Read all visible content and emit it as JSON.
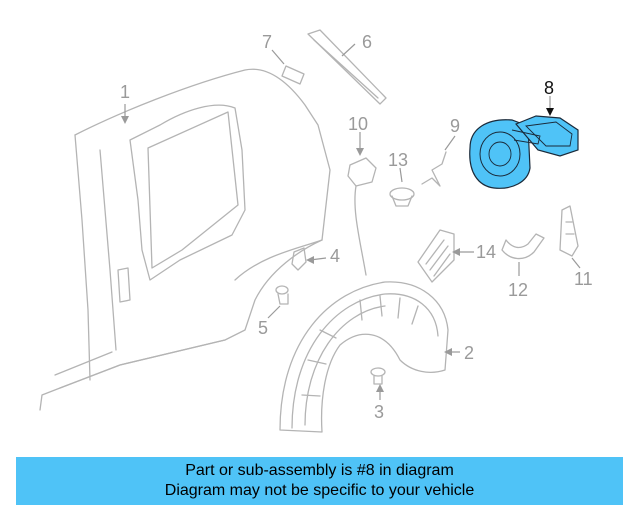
{
  "callouts": {
    "c1": "1",
    "c2": "2",
    "c3": "3",
    "c4": "4",
    "c5": "5",
    "c6": "6",
    "c7": "7",
    "c8": "8",
    "c9": "9",
    "c10": "10",
    "c11": "11",
    "c12": "12",
    "c13": "13",
    "c14": "14"
  },
  "highlight_part": "8",
  "colors": {
    "highlight_fill": "#4fc3f7",
    "banner_bg": "#4fc3f7",
    "line_art": "#b4b4b4",
    "highlight_outline": "#1a2a3a"
  },
  "banner": {
    "line1": "Part or sub-assembly is #8 in diagram",
    "line2": "Diagram may not be specific to your vehicle"
  }
}
